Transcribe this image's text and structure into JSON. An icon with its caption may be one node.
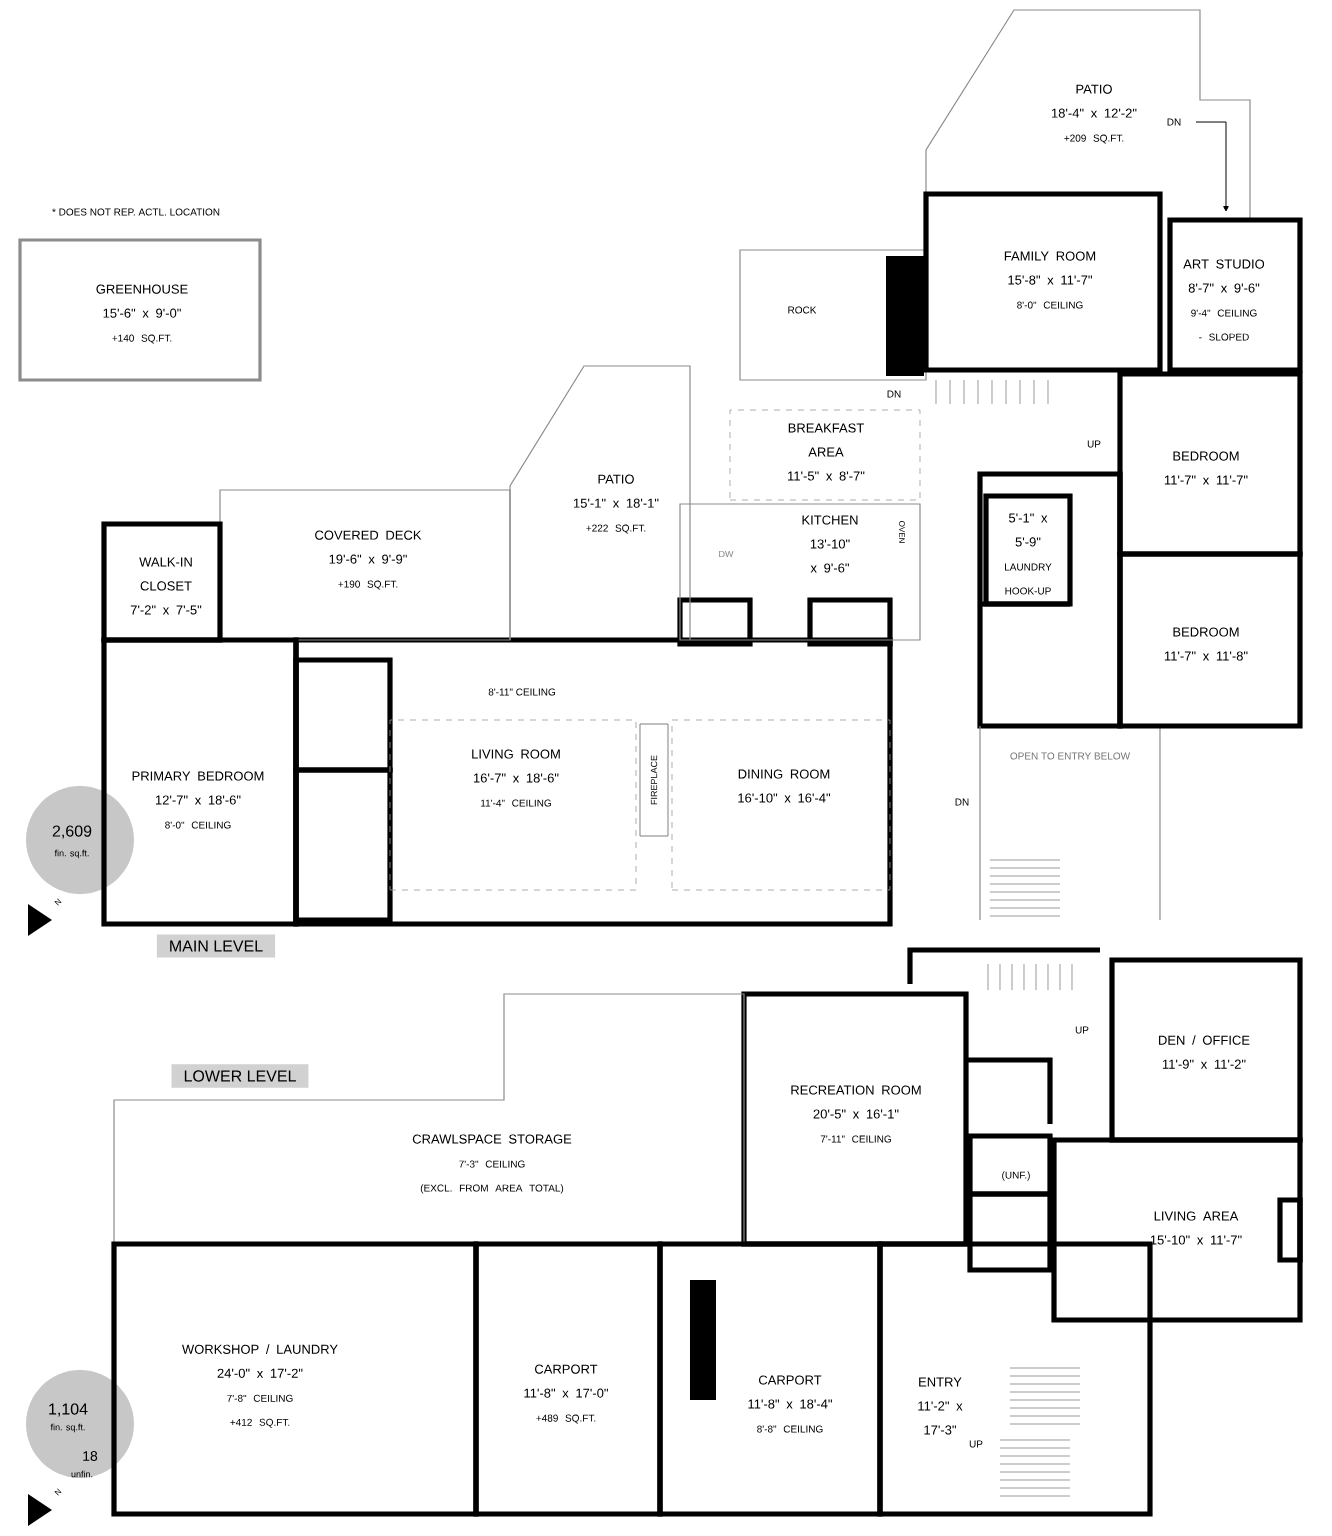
{
  "diagram": {
    "nodes": [
      {
        "text": [
          "GREENHOUSE",
          "15'-6\" x 9'-0\"",
          "+140 SQ.FT."
        ]
      },
      {
        "text": [
          "PATIO",
          "18'-4\" x 12'-2\"",
          "+209 SQ.FT."
        ]
      },
      {
        "text": [
          "FAMILY ROOM",
          "15'-8\" x 11'-7\"",
          "8'-0\" CEILING"
        ]
      },
      {
        "text": [
          "ART STUDIO",
          "8'-7\" x 9'-6\"",
          "9'-4\" CEILING - SLOPED"
        ]
      },
      {
        "text": [
          "BEDROOM",
          "11'-7\" x 11'-7\""
        ]
      },
      {
        "text": [
          "BREAKFAST AREA",
          "11'-5\" x 8'-7\""
        ]
      },
      {
        "text": [
          "PATIO",
          "15'-1\" x 18'-1\"",
          "+222 SQ.FT."
        ]
      },
      {
        "text": [
          "KITCHEN",
          "13'-10\" x 9'-6\""
        ]
      },
      {
        "text": [
          "5'-1\" x 5'-9\"",
          "LAUNDRY HOOK-UP"
        ]
      },
      {
        "text": [
          "COVERED DECK",
          "19'-6\" x 9'-9\"",
          "+190 SQ.FT."
        ]
      },
      {
        "text": [
          "WALK-IN CLOSET",
          "7'-2\" x 7'-5\""
        ]
      },
      {
        "text": [
          "BEDROOM",
          "11'-7\" x 11'-8\""
        ]
      },
      {
        "text": [
          "PRIMARY BEDROOM",
          "12'-7\" x 18'-6\"",
          "8'-0\" CEILING"
        ]
      },
      {
        "text": [
          "LIVING ROOM",
          "16'-7\" x 18'-6\"",
          "11'-4\" CEILING"
        ]
      },
      {
        "text": [
          "DINING ROOM",
          "16'-10\" x 16'-4\""
        ]
      },
      {
        "text": [
          "DEN / OFFICE",
          "11'-9\" x 11'-2\""
        ]
      },
      {
        "text": [
          "RECREATION ROOM",
          "20'-5\" x 16'-1\"",
          "7'-11\" CEILING"
        ]
      },
      {
        "text": [
          "CRAWLSPACE STORAGE",
          "7'-3\" CEILING",
          "(EXCL. FROM AREA TOTAL)"
        ]
      },
      {
        "text": [
          "(UNF.)"
        ]
      },
      {
        "text": [
          "LIVING AREA",
          "15'-10\" x 11'-7\""
        ]
      },
      {
        "text": [
          "WORKSHOP / LAUNDRY",
          "24'-0\" x 17'-2\"",
          "7'-8\" CEILING",
          "+412 SQ.FT."
        ]
      },
      {
        "text": [
          "CARPORT",
          "11'-8\" x 17'-0\"",
          "+489 SQ.FT."
        ]
      },
      {
        "text": [
          "CARPORT",
          "11'-8\" x 18'-4\"",
          "8'-8\" CEILING"
        ]
      },
      {
        "text": [
          "ENTRY",
          "11'-2\" x 17'-3\""
        ]
      }
    ],
    "labels": [
      "DN",
      "* DOES NOT REP. ACTL. LOCATION",
      "ROCK",
      "DN",
      "UP",
      "OVEN",
      "DW",
      "8'-11\" CEILING",
      "FIREPLACE",
      "OPEN TO ENTRY BELOW",
      "DN",
      "2,609",
      "fin. sq.ft.",
      "N",
      "MAIN LEVEL",
      "UP",
      "LOWER LEVEL",
      "1,104",
      "fin. sq.ft.",
      "18",
      "unfin.",
      "N",
      "UP"
    ]
  }
}
